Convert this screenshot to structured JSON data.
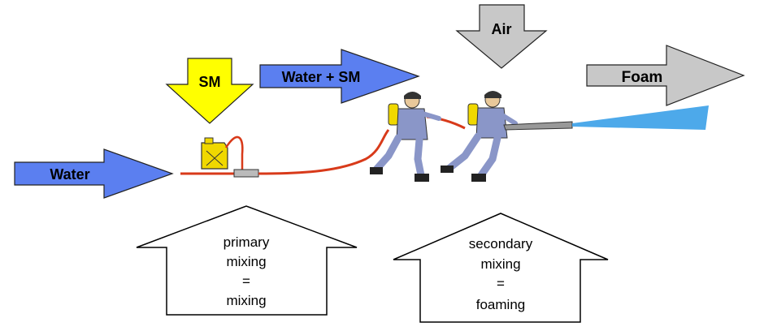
{
  "labels": {
    "water": "Water",
    "sm": "SM",
    "water_sm": "Water + SM",
    "air": "Air",
    "foam": "Foam"
  },
  "primary": {
    "line1": "primary",
    "line2": "mixing",
    "line3": "=",
    "line4": "mixing"
  },
  "secondary": {
    "line1": "secondary",
    "line2": "mixing",
    "line3": "=",
    "line4": "foaming"
  },
  "colors": {
    "blue_arrow": "#5b7ff0",
    "yellow_arrow": "#ffff00",
    "gray_arrow": "#c8c8c8",
    "hose": "#d83a1a",
    "foam_stream": "#3aa0e8",
    "suit": "#8a96c8",
    "tank": "#f0d800"
  },
  "icons": [
    "jerrycan-icon",
    "firefighter-icon",
    "nozzle-icon"
  ]
}
